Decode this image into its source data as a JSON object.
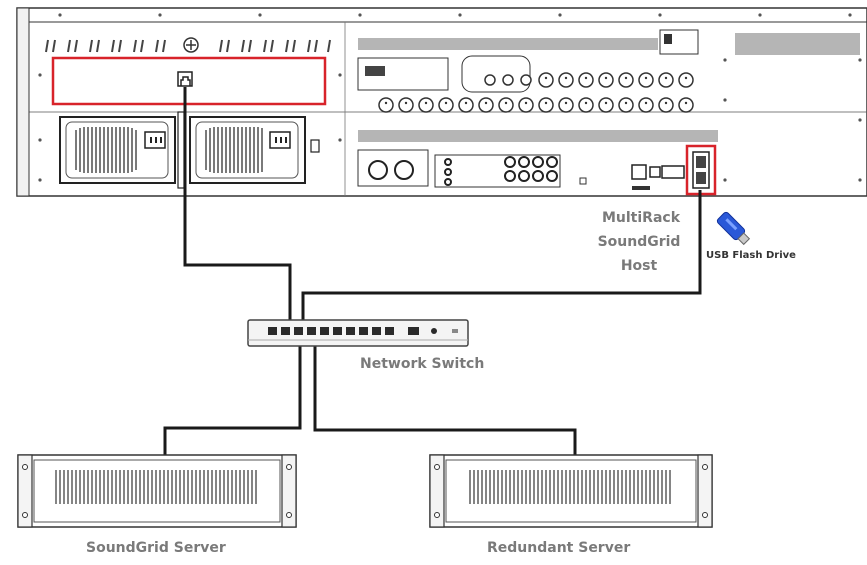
{
  "labels": {
    "host_line1": "MultiRack",
    "host_line2": "SoundGrid",
    "host_line3": "Host",
    "usb_title": "USB Flash Drive",
    "network_switch": "Network Switch",
    "soundgrid_server": "SoundGrid Server",
    "redundant_server": "Redundant Server"
  },
  "colors": {
    "highlight": "#d8232a",
    "cable": "#1a1a1a",
    "usb_drive": "#2a58d8",
    "label_text": "#7a7a7a",
    "device_outline": "#333333"
  },
  "icons": [
    "ethernet-port-icon",
    "usb-port-icon",
    "usb-flash-drive-icon",
    "power-inlet-icon",
    "xlr-connector-icon"
  ]
}
